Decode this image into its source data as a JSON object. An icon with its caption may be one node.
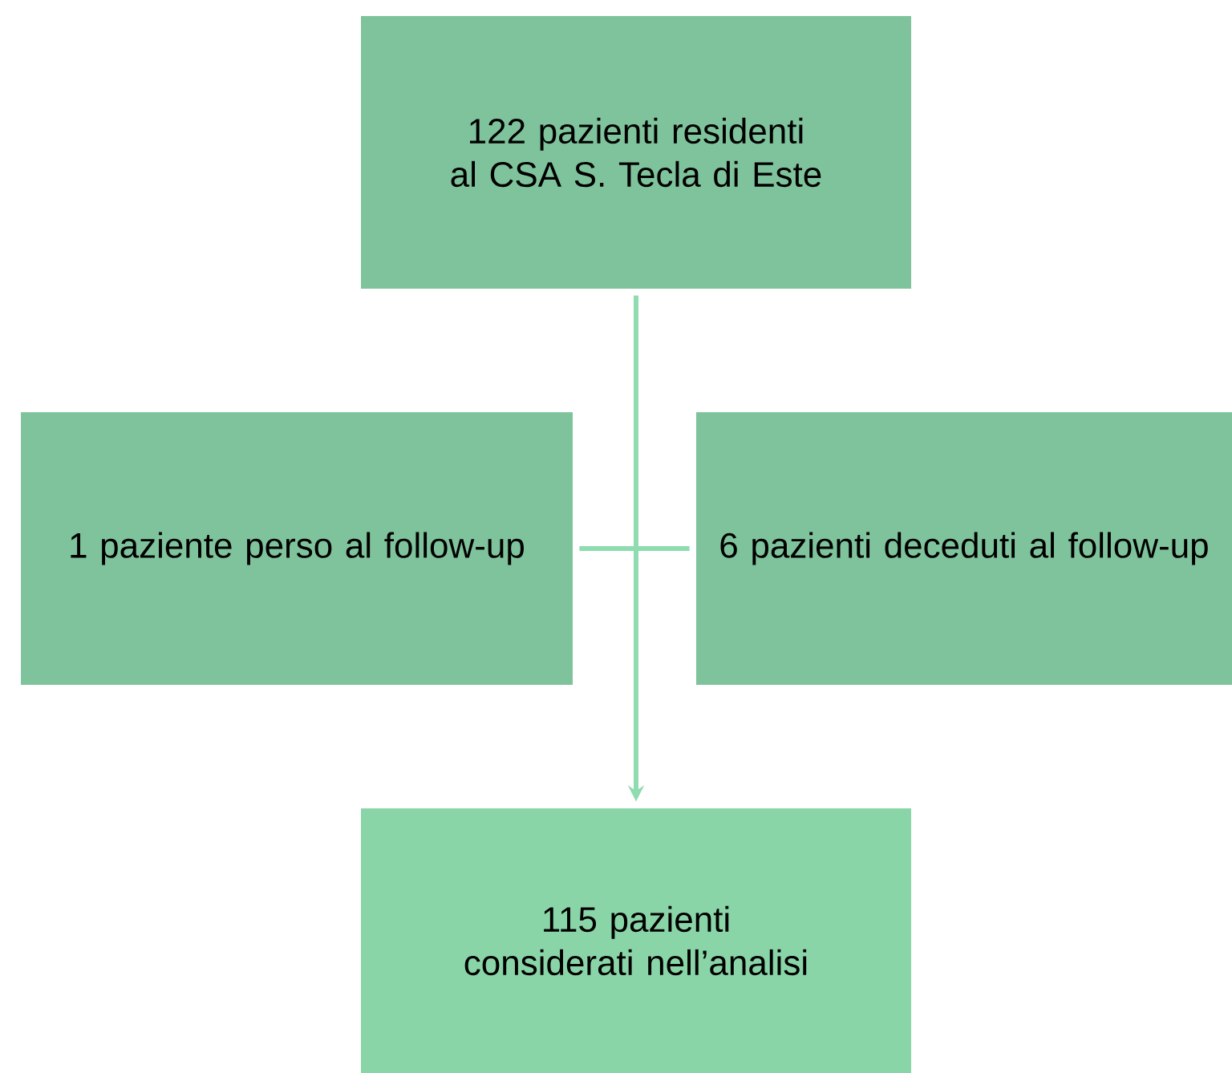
{
  "diagram": {
    "nodes": [
      {
        "text": [
          "122 pazienti residenti al CSA S. Tecla di Este"
        ]
      },
      {
        "text": [
          "1 paziente perso al follow-up"
        ]
      },
      {
        "text": [
          "6 pazienti deceduti al follow-up"
        ]
      },
      {
        "text": [
          "115 pazienti considerati nell’analisi"
        ]
      }
    ],
    "edges": [
      {
        "from": 0,
        "to": 3,
        "arrow": "to"
      },
      {
        "from": 1,
        "to": 2,
        "arrow": "none"
      }
    ]
  }
}
